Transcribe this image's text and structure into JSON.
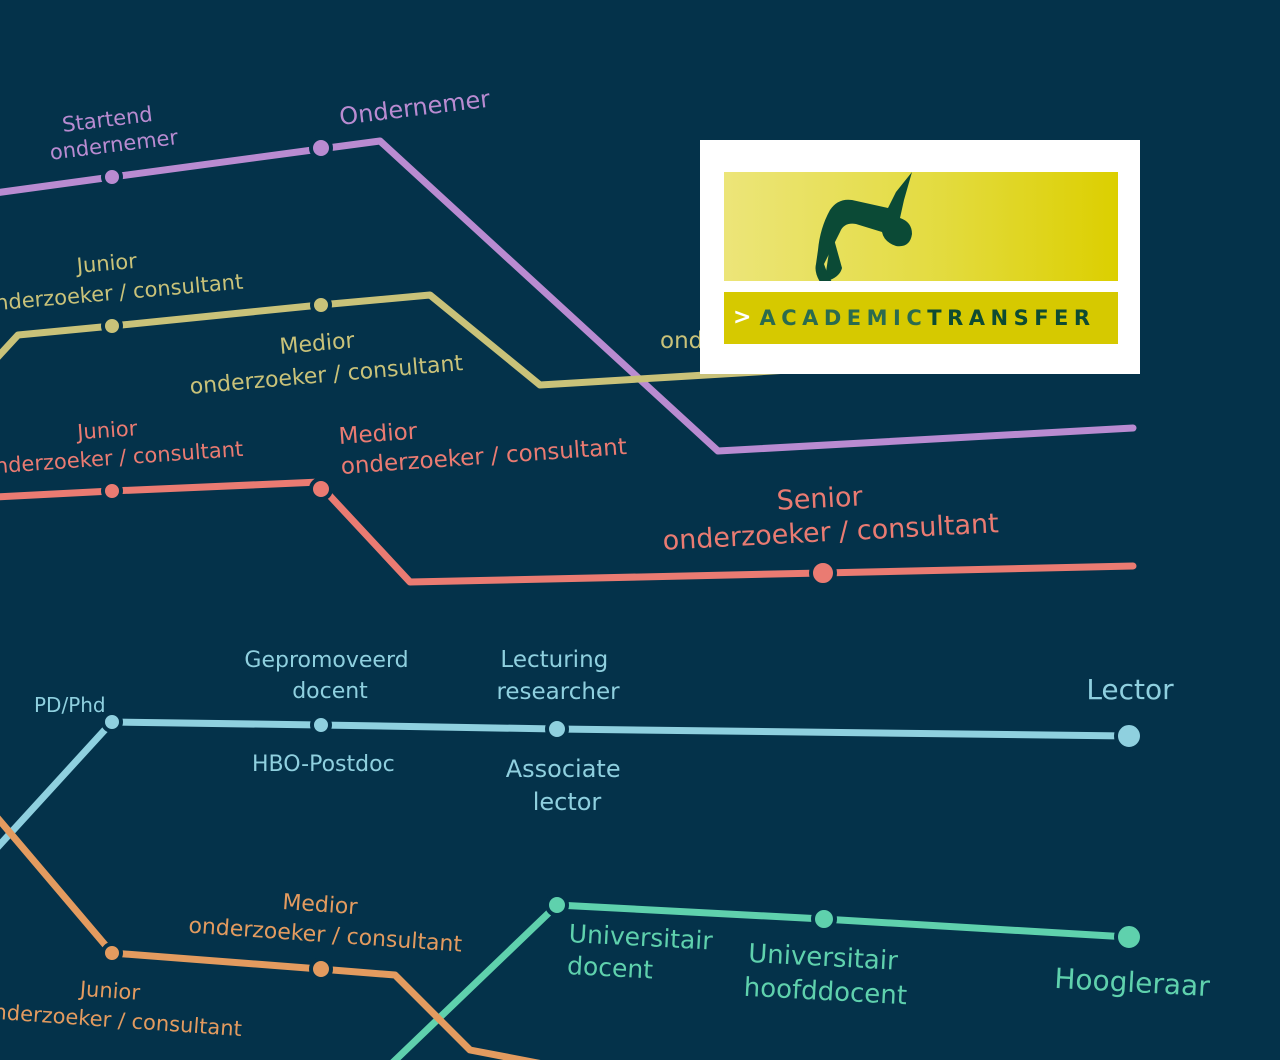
{
  "colors": {
    "background": "#04324a",
    "entrepreneur": "#b98bd1",
    "research_olive": "#c9c279",
    "research_red": "#ea7b72",
    "hbo_blue": "#8fd0df",
    "university_green": "#5fd1ad",
    "orange": "#e39b5f"
  },
  "labels": {
    "startend_ondernemer": [
      "Startend",
      "ondernemer"
    ],
    "ondernemer": "Ondernemer",
    "olive_junior": [
      "Junior",
      "onderzoeker / consultant"
    ],
    "olive_medior": [
      "Medior",
      "onderzoeker / consultant"
    ],
    "olive_partial": "ond",
    "red_junior": [
      "Junior",
      "onderzoeker / consultant"
    ],
    "red_medior": [
      "Medior",
      "onderzoeker / consultant"
    ],
    "red_senior": [
      "Senior",
      "onderzoeker / consultant"
    ],
    "pd_phd": "PD/Phd",
    "gepromoveerd_docent": [
      "Gepromoveerd",
      "docent"
    ],
    "hbo_postdoc": "HBO-Postdoc",
    "lecturing_researcher": [
      "Lecturing",
      "researcher"
    ],
    "associate_lector": [
      "Associate",
      "lector"
    ],
    "lector": "Lector",
    "orange_medior": [
      "Medior",
      "onderzoeker / consultant"
    ],
    "orange_junior": [
      "Junior",
      "onderzoeker / consultant"
    ],
    "universitair_docent": [
      "Universitair",
      "docent"
    ],
    "universitair_hoofddocent": [
      "Universitair",
      "hoofddocent"
    ],
    "hoogleraar": "Hoogleraar"
  },
  "logo": {
    "arrow": ">",
    "word_part1": "ACADEMIC",
    "word_part2": "TRANSFER",
    "icon": "diver-icon"
  }
}
